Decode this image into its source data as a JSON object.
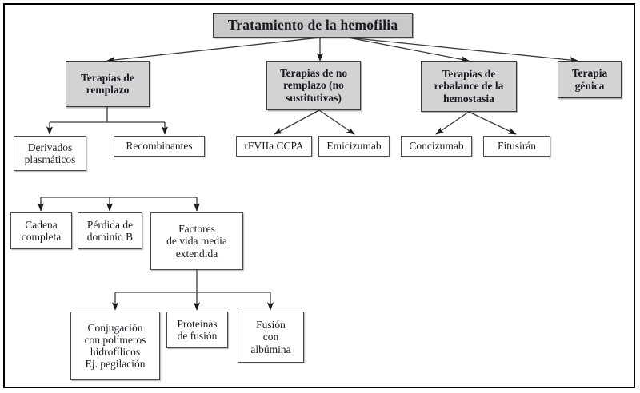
{
  "diagram": {
    "title_box": {
      "id": "root",
      "label": "Tratamiento de la hemofilia"
    },
    "level2": [
      {
        "id": "reemplazo",
        "label": "Terapias de\nremplazo"
      },
      {
        "id": "no-reemplazo",
        "label": "Terapias de no\nremplazo (no\nsustitutivas)"
      },
      {
        "id": "rebalance",
        "label": "Terapias de\nrebalance de la\nhemostasia"
      },
      {
        "id": "genica",
        "label": "Terapia\ngénica"
      }
    ],
    "level3": [
      {
        "id": "derivados-plasmaticos",
        "label": "Derivados\nplasmáticos",
        "parent": "reemplazo"
      },
      {
        "id": "recombinantes",
        "label": "Recombinantes",
        "parent": "reemplazo"
      },
      {
        "id": "rfviia-ccpa",
        "label": "rFVIIa CCPA",
        "parent": "no-reemplazo"
      },
      {
        "id": "emicizumab",
        "label": "Emicizumab",
        "parent": "no-reemplazo"
      },
      {
        "id": "concizumab",
        "label": "Concizumab",
        "parent": "rebalance"
      },
      {
        "id": "fitusiran",
        "label": "Fitusirán",
        "parent": "rebalance"
      }
    ],
    "level4": [
      {
        "id": "cadena-completa",
        "label": "Cadena\ncompleta"
      },
      {
        "id": "perdida-dominio-b",
        "label": "Pérdida de\ndominio B"
      },
      {
        "id": "factores-vida-media",
        "label": "Factores\nde vida media\nextendida"
      }
    ],
    "level5": [
      {
        "id": "conjugacion-polimeros",
        "label": "Conjugación\ncon polímeros\nhidrofílicos\nEj. pegilación",
        "parent": "factores-vida-media"
      },
      {
        "id": "proteinas-fusion",
        "label": "Proteínas\nde fusión",
        "parent": "factores-vida-media"
      },
      {
        "id": "fusion-albumina",
        "label": "Fusión\ncon\nalbúmina",
        "parent": "factores-vida-media"
      }
    ],
    "colors": {
      "title_fill": "#c9c9c9",
      "level2_fill": "#d3d3d3",
      "plain_fill": "#ffffff",
      "stroke": "#3a3a3a",
      "frame": "#000000",
      "text": "#1a1a24"
    }
  }
}
